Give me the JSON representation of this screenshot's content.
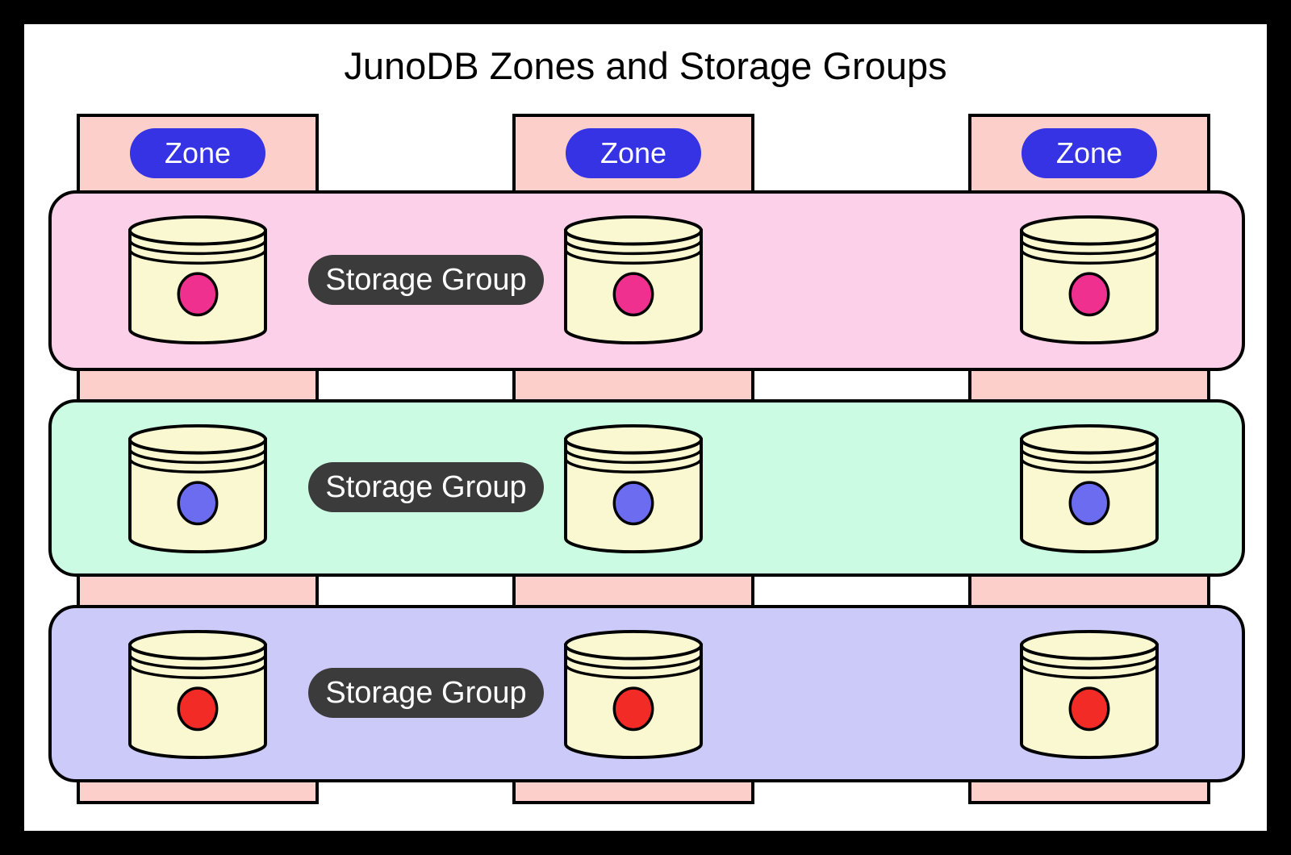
{
  "title": "JunoDB Zones and Storage Groups",
  "zones": [
    {
      "label": "Zone"
    },
    {
      "label": "Zone"
    },
    {
      "label": "Zone"
    }
  ],
  "storage_groups": [
    {
      "label": "Storage Group",
      "fill": "#fdd0ea",
      "dot_color": "#f0308f"
    },
    {
      "label": "Storage Group",
      "fill": "#cbfbe3",
      "dot_color": "#6c6cf0"
    },
    {
      "label": "Storage Group",
      "fill": "#cbcaf8",
      "dot_color": "#f22b26"
    }
  ],
  "icons": {
    "database": "database-cylinder-icon"
  },
  "colors": {
    "background": "#000000",
    "canvas": "#ffffff",
    "outline": "#000000",
    "zone_column_fill": "#fccfca",
    "zone_pill_fill": "#3533e4",
    "zone_pill_text": "#ffffff",
    "storage_pill_fill": "#3b3b3b",
    "storage_pill_text": "#ffffff",
    "cylinder_fill": "#f9f8d0"
  }
}
